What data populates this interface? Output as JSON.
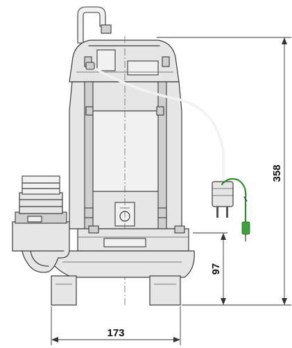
{
  "figure": {
    "dimensions": {
      "height_total": "358",
      "outlet_height": "97",
      "base_width": "173"
    }
  }
}
